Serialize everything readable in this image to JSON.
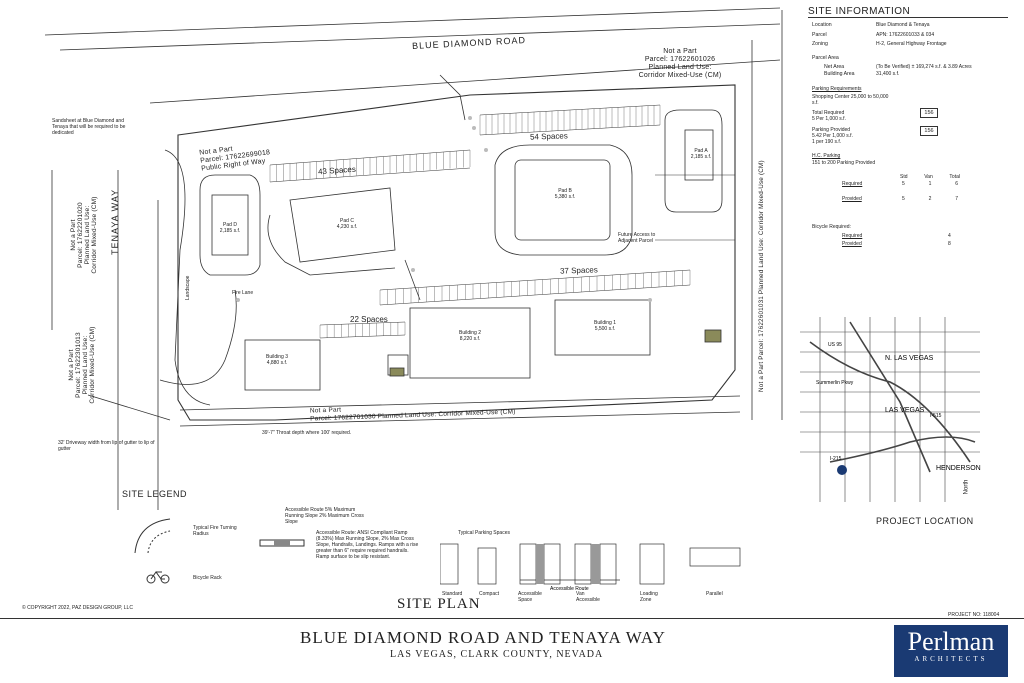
{
  "plan": {
    "road_top": "BLUE DIAMOND ROAD",
    "road_left": "TENAYA WAY",
    "parcel_top_right": "Not a Part\nParcel: 17622601026\nPlanned Land Use:\nCorridor Mixed-Use (CM)",
    "parcel_top_left": "Not a Part\nParcel: 17622699018\nPublic Right of Way",
    "parcel_left_upper": "Not a Part\nParcel: 17622201020\nPlanned Land Use:\nCorridor Mixed-Use (CM)",
    "parcel_left_lower": "Not a Part\nParcel: 17622301013\nPlanned Land Use:\nCorridor Mixed-Use (CM)",
    "parcel_bottom": "Not a Part\nParcel: 17622701030 Planned Land Use: Corridor Mixed-Use (CM)",
    "parcel_right": "Not a Part Parcel: 17622601031 Planned Land Use: Corridor Mixed-Use (CM)",
    "pad_a": "Pad A\n2,185 s.f.",
    "pad_b": "Pad B\n5,380 s.f.",
    "pad_c": "Pad C\n4,230 s.f.",
    "pad_d": "Pad D\n2,185 s.f.",
    "bldg_1": "Building 1\n5,500 s.f.",
    "bldg_2": "Building 2\n8,220 s.f.",
    "bldg_3": "Building 3\n4,880 s.f.",
    "spaces_54": "54 Spaces",
    "spaces_43": "43 Spaces",
    "spaces_37": "37 Spaces",
    "spaces_22": "22 Spaces",
    "note_standard": "Sandsheet at Blue Diamond and Tenaya that will be required to be dedicated",
    "note_driveway": "32' Driveway width from lip of gutter to lip of gutter",
    "note_throat": "39'-7\" Throat depth where 100' required.",
    "future_access": "Future Access to Adjacent Parcel",
    "fire_lane": "Fire Lane",
    "landscape": "Landscape"
  },
  "site_info": {
    "title": "SITE INFORMATION",
    "rows": [
      {
        "label": "Location",
        "value": "Blue Diamond & Tenaya"
      },
      {
        "label": "Parcel",
        "value": "APN: 17622601033 & 034"
      },
      {
        "label": "Zoning",
        "value": "H-2, General Highway Frontage"
      },
      {
        "label": "Parcel Area",
        "value": ""
      },
      {
        "label": "Net Area",
        "value": "(To Be Verified) ± 169,274 s.f. & 3.89 Acres"
      },
      {
        "label": "Building Area",
        "value": "31,400 s.f."
      }
    ],
    "parking_title": "Parking Requirements",
    "parking_sub": "Shopping Center 25,000 to 50,000 s.f.",
    "total_required_label": "Total Required",
    "total_required_rate": "5 Per 1,000 s.f.",
    "total_required_value": "156",
    "parking_provided_label": "Parking Provided",
    "parking_provided_rate": "5.42 Per 1,000 s.f.",
    "parking_provided_rate2": "1 per 190 s.f.",
    "parking_provided_value": "156",
    "hc_label": "H.C. Parking",
    "hc_sub": "151 to 200 Parking Provided",
    "hc_headers": [
      "Std",
      "Van",
      "Total"
    ],
    "hc_required_label": "Required",
    "hc_required": [
      "5",
      "1",
      "6"
    ],
    "hc_provided_label": "Provided",
    "hc_provided": [
      "5",
      "2",
      "7"
    ],
    "bicycle_label": "Bicycle Required:",
    "bike_required_label": "Required",
    "bike_required": "4",
    "bike_provided_label": "Provided",
    "bike_provided": "8"
  },
  "location_map": {
    "caption": "PROJECT LOCATION",
    "labels": [
      "N. LAS VEGAS",
      "LAS VEGAS",
      "HENDERSON",
      "Summerlin Pkwy",
      "I-215",
      "I-515",
      "US 95"
    ],
    "north": "North"
  },
  "legend": {
    "title": "SITE LEGEND",
    "fire": "Typical Fire Turning Radius",
    "bike": "Bicycle Rack",
    "route": "Accessible Route 5% Maximum Running Slope 2% Maximum Cross Slope",
    "ramp_note": "Accessible Route: ANSI Compliant Ramp (8.33%) Max Running Slope, 2% Max Cross Slope, Handrails, Landings. Ramps with a rise greater than 6\" require required handrails. Ramp surface to be slip resistant."
  },
  "parking_types": {
    "title": "Typical Parking Spaces",
    "labels": [
      "Standard",
      "Compact",
      "Accessible Space",
      "Van Accessible",
      "Loading Zone",
      "Parallel"
    ],
    "route_label": "Accessible Route"
  },
  "footer": {
    "copyright": "© COPYRIGHT 2022, PAZ DESIGN GROUP, LLC",
    "sheet_title": "SITE PLAN",
    "project_name": "BLUE DIAMOND ROAD AND TENAYA WAY",
    "location": "LAS VEGAS,  CLARK COUNTY,  NEVADA",
    "project_no": "PROJECT NO: 118004",
    "firm": "Perlman",
    "firm_sub": "ARCHITECTS"
  }
}
